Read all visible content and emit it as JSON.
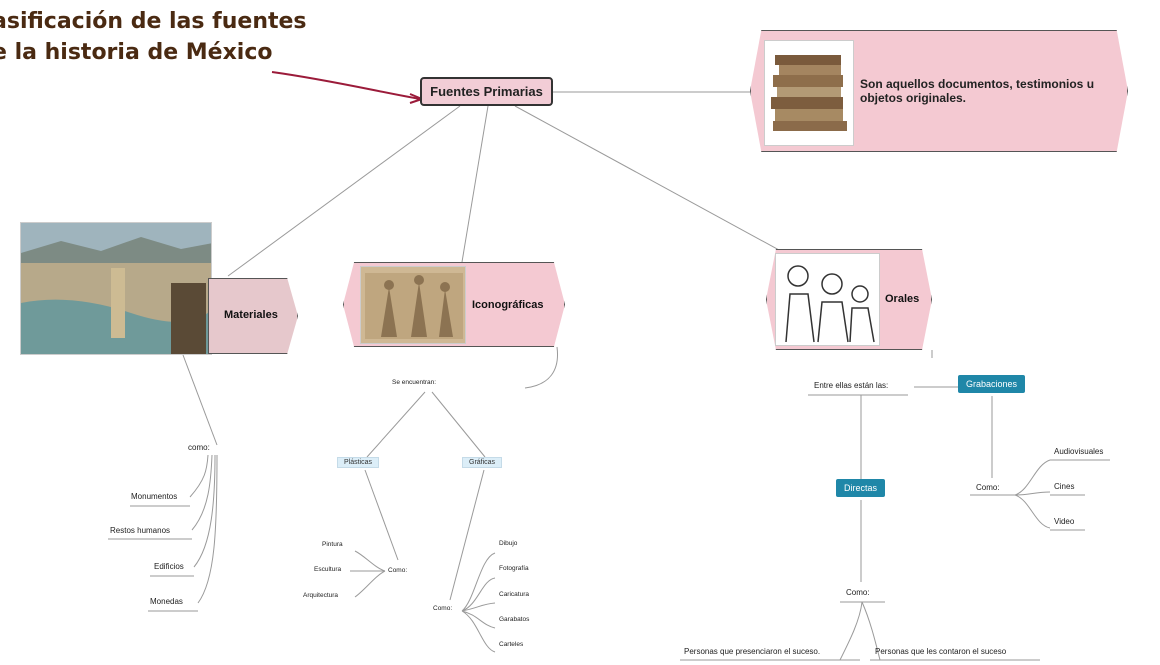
{
  "title": {
    "line1": "asificación de las fuentes",
    "line2": "e la historia de México"
  },
  "root": {
    "label": "Fuentes Primarias"
  },
  "definition": {
    "text": "Son aquellos documentos, testimonios u objetos originales."
  },
  "branches": {
    "materiales": {
      "label": "Materiales",
      "connector": "como:",
      "items": [
        "Monumentos",
        "Restos humanos",
        "Edificios",
        "Monedas"
      ]
    },
    "iconograficas": {
      "label": "Iconográficas",
      "connector": "Se encuentran:",
      "plasticas": {
        "label": "Plásticas",
        "connector": "Como:",
        "items": [
          "Pintura",
          "Escultura",
          "Arquitectura"
        ]
      },
      "graficas": {
        "label": "Gráficas",
        "connector": "Como:",
        "items": [
          "Dibujo",
          "Fotografía",
          "Caricatura",
          "Garabatos",
          "Carteles"
        ]
      }
    },
    "orales": {
      "label": "Orales",
      "connector": "Entre ellas están las:",
      "grabaciones": {
        "label": "Grabaciones",
        "connector": "Como:",
        "items": [
          "Audiovisuales",
          "Cines",
          "Video"
        ]
      },
      "directas": {
        "label": "Directas",
        "connector": "Como:",
        "items": [
          "Personas que presenciaron el suceso.",
          "Personas que les contaron el suceso"
        ]
      }
    }
  },
  "colors": {
    "node_pink": "#f4c9d2",
    "tag_blue": "#1f87a8",
    "tag_light": "#dceef8",
    "title_brown": "#4a2a12",
    "arrow": "#9b1b3a"
  },
  "icons": [
    "books-image",
    "mural-image",
    "relief-image",
    "people-drawing-image"
  ]
}
